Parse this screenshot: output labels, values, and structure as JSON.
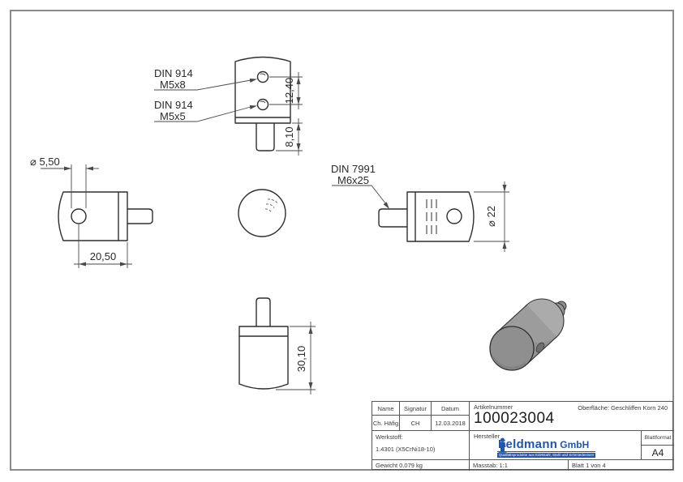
{
  "views": {
    "top": {
      "label_a1": "DIN 914",
      "label_a2": "M5x8",
      "label_b1": "DIN 914",
      "label_b2": "M5x5",
      "dim_holes": "12,40",
      "dim_pin": "8,10"
    },
    "left": {
      "dim_hole": "⌀ 5,50",
      "dim_length": "20,50"
    },
    "right": {
      "label1": "DIN 7991",
      "label2": "M6x25",
      "dim_diameter": "⌀ 22"
    },
    "bottom": {
      "dim_length": "30,10"
    }
  },
  "title_block": {
    "name_label": "Name",
    "signatur_label": "Signatur",
    "datum_label": "Datum",
    "name": "Ch. Häfig",
    "signatur": "CH",
    "datum": "12.03.2018",
    "artikelnummer_label": "Artikelnummer",
    "artikelnummer": "100023004",
    "oberflaeche": "Oberfläche:  Geschliffen Korn 240",
    "werkstoff_label": "Werkstoff:",
    "werkstoff": "1.4301 (X5CrNi18-10)",
    "hersteller_label": "Hersteller",
    "blattformat_label": "Blattformat",
    "blattformat": "A4",
    "gewicht": "Gewicht 0.079 kg",
    "massstab": "Masstab: 1:1",
    "blatt": "Blatt 1 von 4",
    "logo_name": "Feldmann",
    "logo_suffix": "GmbH",
    "logo_tagline": "Qualitätsprodukte aus Edelstahl, Stahl und Schmiedeeisen",
    "logo_color": "#2356a7"
  },
  "colors": {
    "frame": "#8a8a8a",
    "outline": "#2e2e2e",
    "dimension": "#4a4a4a",
    "iso_body": "#9c9c9c",
    "iso_face": "#8f8f8f",
    "iso_back": "#ababab"
  }
}
